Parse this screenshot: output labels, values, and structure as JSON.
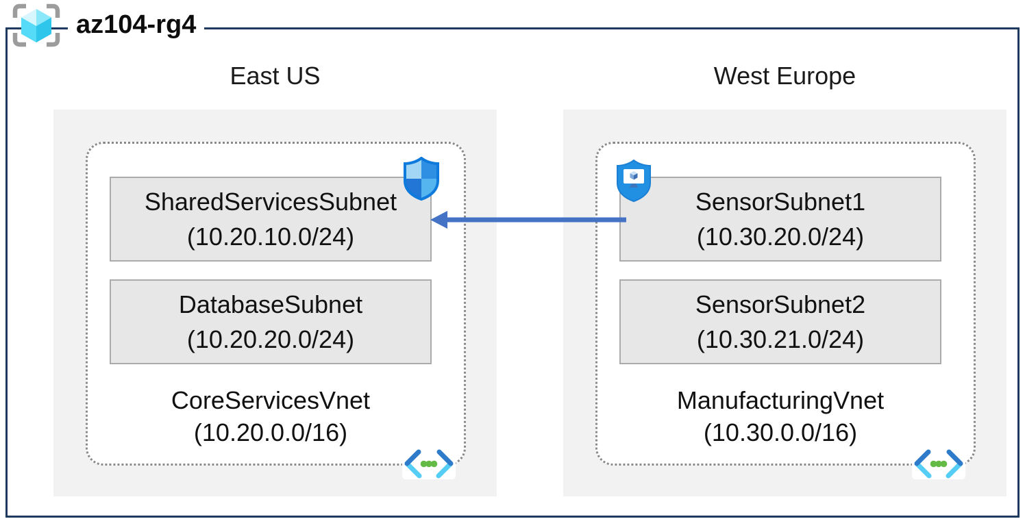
{
  "resource_group": {
    "name": "az104-rg4",
    "icon": "resource-group-icon"
  },
  "regions": [
    {
      "name": "East US",
      "vnet": {
        "name": "CoreServicesVnet",
        "cidr": "(10.20.0.0/16)",
        "icon": "virtual-network-icon"
      },
      "subnets": [
        {
          "name": "SharedServicesSubnet",
          "cidr": "(10.20.10.0/24)",
          "badge": "network-security-group-shield-icon"
        },
        {
          "name": "DatabaseSubnet",
          "cidr": "(10.20.20.0/24)"
        }
      ]
    },
    {
      "name": "West Europe",
      "vnet": {
        "name": "ManufacturingVnet",
        "cidr": "(10.30.0.0/16)",
        "icon": "virtual-network-icon"
      },
      "subnets": [
        {
          "name": "SensorSubnet1",
          "cidr": "(10.30.20.0/24)",
          "badge": "application-security-group-shield-icon"
        },
        {
          "name": "SensorSubnet2",
          "cidr": "(10.30.21.0/24)"
        }
      ]
    }
  ],
  "connection": {
    "from": "SensorSubnet1",
    "to": "SharedServicesSubnet",
    "direction": "left",
    "color": "#4472C4"
  },
  "colors": {
    "frame_border": "#1E3A5F",
    "region_fill": "#F2F2F2",
    "subnet_fill": "#E7E7E7",
    "subnet_border": "#ABABAB",
    "vnet_dotted_border": "#8A8A8A",
    "arrow": "#4472C4",
    "shield_blue": "#0E7ADB",
    "vnet_icon_green": "#63BB46"
  }
}
